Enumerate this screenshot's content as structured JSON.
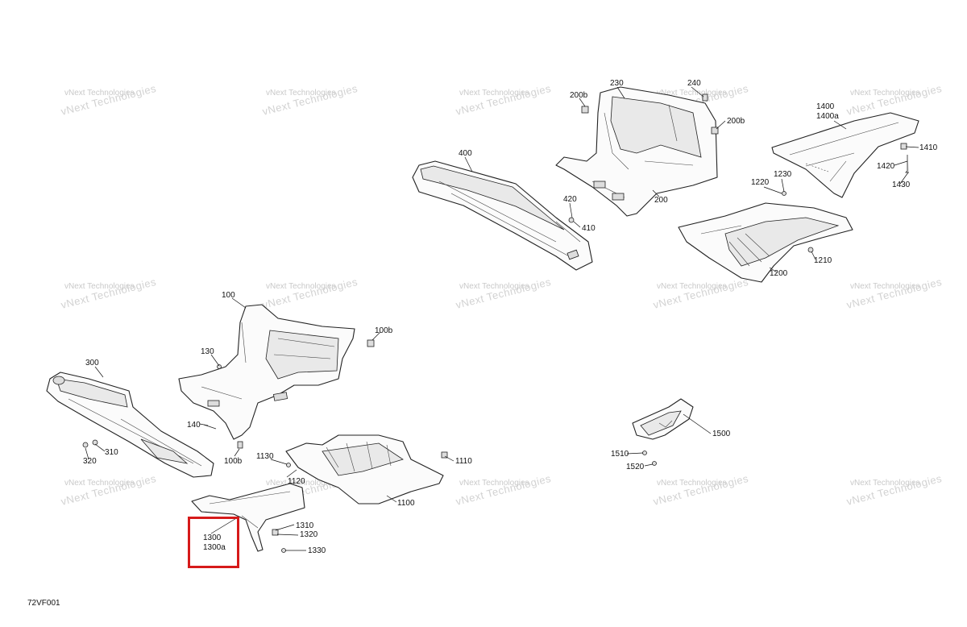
{
  "diagram": {
    "code": "72VF001",
    "watermark": {
      "line1": "vNext",
      "line2": "Technologies",
      "line3": "vNext Technologies"
    },
    "highlight_color": "#d61a1a",
    "callouts": {
      "p200b_top": "200b",
      "p230": "230",
      "p240": "240",
      "p200b_right": "200b",
      "p200": "200",
      "p400": "400",
      "p420": "420",
      "p410": "410",
      "p1400": "1400",
      "p1400a": "1400a",
      "p1410": "1410",
      "p1420": "1420",
      "p1430": "1430",
      "p1230": "1230",
      "p1220": "1220",
      "p1210": "1210",
      "p1200": "1200",
      "p100": "100",
      "p100b_top": "100b",
      "p130": "130",
      "p140": "140",
      "p100b_bottom": "100b",
      "p300": "300",
      "p310": "310",
      "p320": "320",
      "p1130": "1130",
      "p1120": "1120",
      "p1110": "1110",
      "p1100": "1100",
      "p1300": "1300",
      "p1300a": "1300a",
      "p1310": "1310",
      "p1320": "1320",
      "p1330": "1330",
      "p1500": "1500",
      "p1510": "1510",
      "p1520": "1520"
    }
  }
}
